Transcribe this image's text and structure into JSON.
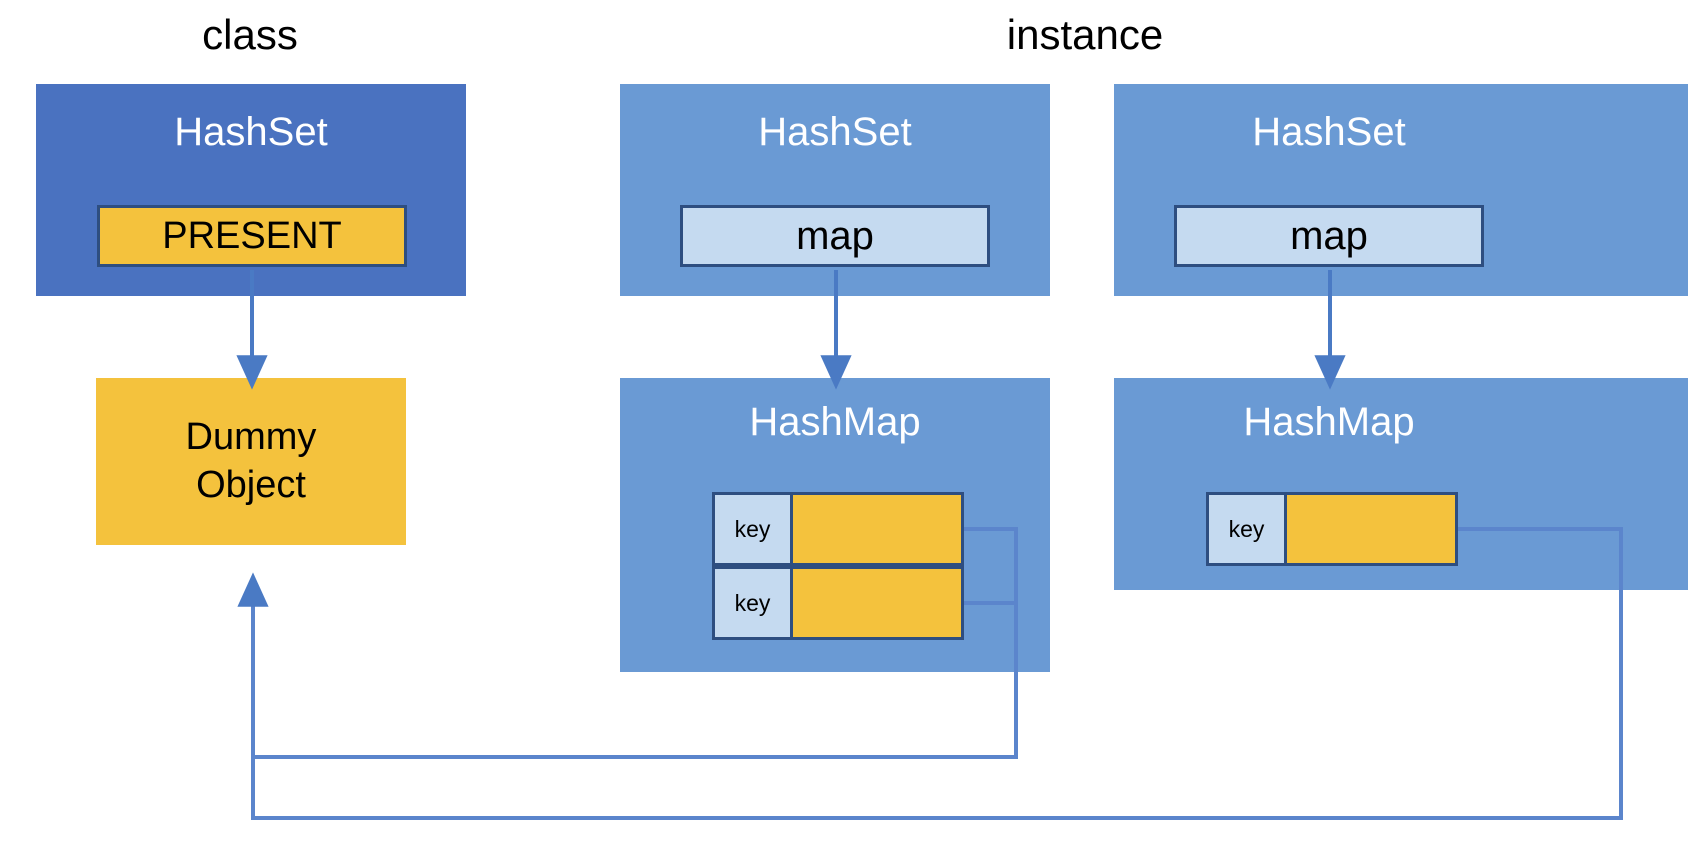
{
  "headers": {
    "class_label": "class",
    "instance_label": "instance"
  },
  "class_column": {
    "hashset": {
      "title": "HashSet",
      "static_field": "PRESENT"
    },
    "dummy_object": {
      "line1": "Dummy",
      "line2": "Object"
    }
  },
  "instance_column": {
    "instances": [
      {
        "hashset": {
          "title": "HashSet",
          "field": "map"
        },
        "hashmap": {
          "title": "HashMap",
          "entries": [
            {
              "key_label": "key",
              "value_label": ""
            },
            {
              "key_label": "key",
              "value_label": ""
            }
          ]
        }
      },
      {
        "hashset": {
          "title": "HashSet",
          "field": "map"
        },
        "hashmap": {
          "title": "HashMap",
          "entries": [
            {
              "key_label": "key",
              "value_label": ""
            }
          ]
        }
      }
    ]
  },
  "colors": {
    "class_blue": "#4A72C0",
    "instance_blue": "#6A9AD4",
    "field_yellow": "#F4C23D",
    "field_light_blue": "#C5DAF0",
    "border_navy": "#2E4E80",
    "connector_blue": "#5B85CC",
    "arrow_blue": "#4A7AC4",
    "text_white": "#FFFFFF",
    "text_black": "#000000",
    "background": "#FFFFFF"
  }
}
